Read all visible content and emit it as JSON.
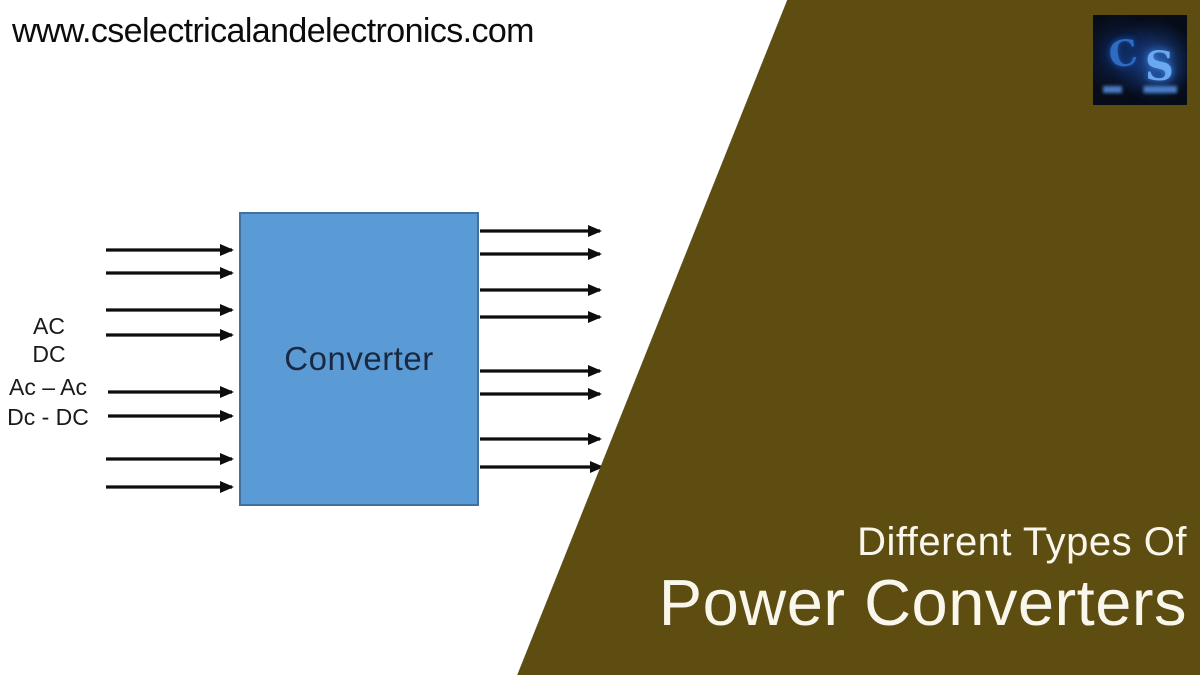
{
  "header": {
    "website_url": "www.cselectricalandelectronics.com"
  },
  "logo": {
    "text_c": "C",
    "text_s": "S"
  },
  "diagram": {
    "converter_label": "Converter",
    "input_labels": [
      "AC",
      "DC",
      "Ac – Ac",
      "Dc - DC"
    ]
  },
  "title": {
    "line1": "Different Types Of",
    "line2": "Power Converters"
  },
  "colors": {
    "banner_olive": "#5e4d10",
    "converter_box_fill": "#5b9bd5",
    "converter_box_border": "#41719c",
    "converter_label_text": "#1b2940",
    "arrow_black": "#0d0d0d",
    "title_text": "#f9f6ec",
    "logo_blue": "#3b82e0"
  }
}
